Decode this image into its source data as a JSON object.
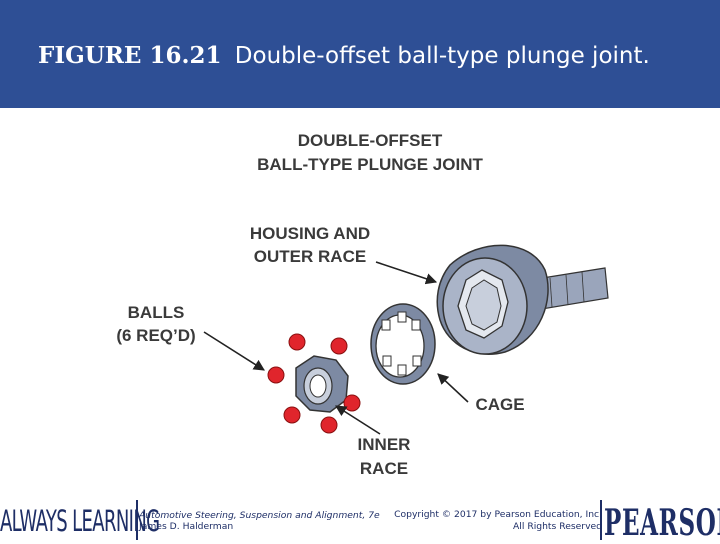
{
  "slide": {
    "figure_number": "FIGURE 16.21",
    "figure_caption": "Double-offset ball-type plunge joint."
  },
  "diagram": {
    "title_line1": "DOUBLE-OFFSET",
    "title_line2": "BALL-TYPE PLUNGE JOINT",
    "housing_label_line1": "HOUSING AND",
    "housing_label_line2": "OUTER RACE",
    "balls_label_line1": "BALLS",
    "balls_label_line2": "(6 REQ’D)",
    "cage_label": "CAGE",
    "inner_race_label_line1": "INNER",
    "inner_race_label_line2": "RACE",
    "colors": {
      "balls": "#e0252c",
      "parts": "#7d8aa3",
      "header": "#2e4f95"
    }
  },
  "footer": {
    "brand_left": "ALWAYS LEARNING",
    "book_title": "Automotive Steering, Suspension and Alignment, 7e",
    "author": "James D. Halderman",
    "copyright_line1": "Copyright © 2017 by Pearson Education, Inc.",
    "copyright_line2": "All Rights Reserved",
    "brand_right": "PEARSON"
  }
}
